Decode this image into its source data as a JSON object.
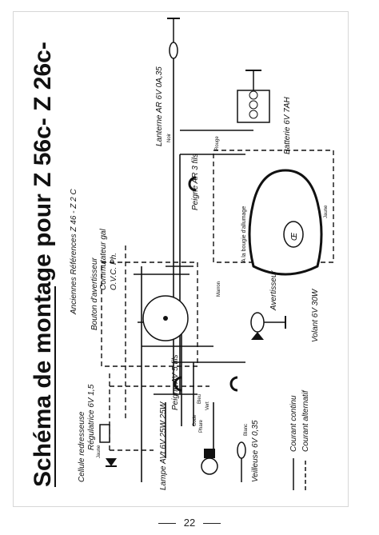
{
  "title": "Schéma de montage pour Z 56c- Z 26c-",
  "subtitle_refs": "Anciennes Références Z 46 - Z 2 C",
  "page_number": "22",
  "components": {
    "lanterne": "Lanterne AR 6V 0A,35",
    "batterie": "Batterie 6V 7AH",
    "peigne_ar": "Peigne AR 3 fils",
    "bougie": "A la bougie d'allumage",
    "commutateur": "Commutateur gal",
    "ovc": "O.V.C. Ph.",
    "bouton": "Bouton d'avertisseur",
    "avertisseur": "Avertisseur",
    "volant": "Volant 6V 30W",
    "peigne_av": "Peigne AV 5 fils",
    "regulatrice": "Régulatrice 6V 1,5",
    "cellule": "Cellule redresseuse",
    "lampe": "Lampe AVt 6V 25W 25W",
    "veilleuse": "Veilleuse 6V 0,35"
  },
  "wire_labels": {
    "noir": "Noir",
    "rouge": "Rouge",
    "jaune_top": "Jaune",
    "jaune_left": "Jaune",
    "marron": "Marron",
    "blanc": "Blanc",
    "bleu": "Bleu",
    "vert": "Vert",
    "code": "Code",
    "phare": "Phare"
  },
  "legend": {
    "continu": "Courant continu",
    "alternatif": "Courant alternatif"
  }
}
